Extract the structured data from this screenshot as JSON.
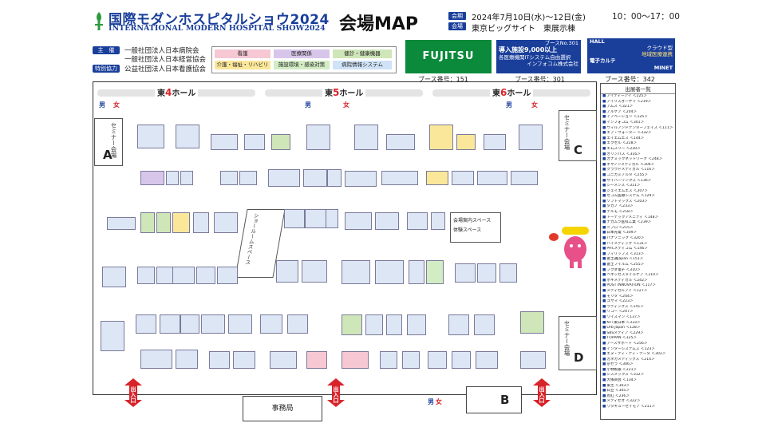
{
  "header": {
    "title_jp": "国際モダンホスピタルショウ2024",
    "title_en": "INTERNATIONAL MODERN HOSPITAL SHOW2024",
    "map_title": "会場MAP",
    "period_tag": "会期",
    "venue_tag": "会場",
    "dates": "2024年7月10日(水)～12日(金)",
    "hours": "10：00～17：00",
    "venue": "東京ビッグサイト　東展示棟"
  },
  "organizers": {
    "host_tag": "主　催",
    "host1": "一般社団法人日本病院会",
    "host2": "一般社団法人日本経営協会",
    "coop_tag": "特別協力",
    "coop1": "公益社団法人日本看護協会"
  },
  "legend": [
    {
      "label": "看護",
      "color": "#f6c8d4"
    },
    {
      "label": "医療関係",
      "color": "#d8c6ea"
    },
    {
      "label": "健診・健康機器",
      "color": "#cfe6b8"
    },
    {
      "label": "介護・福祉・リハビリ",
      "color": "#fbe79a"
    },
    {
      "label": "施設環境・感染対策",
      "color": "#d2ecc4"
    },
    {
      "label": "病院情報システム",
      "color": "#cfe2f6"
    }
  ],
  "ads": {
    "fujitsu": "FUJITSU",
    "fujitsu_booth": "ブース番号：151",
    "ad2_booth_tag": "ブースNo.301",
    "ad2_line1": "導入施設9,000以上",
    "ad2_line2": "各医療機関ITシステム自由選択",
    "ad2_company": "インフォコム株式会社",
    "ad2_booth": "ブース番号：301",
    "ad3_line1": "HALL",
    "ad3_line2": "クラウド型",
    "ad3_line3": "地域医療連携",
    "ad3_line4": "電子カルテ",
    "ad3_line5": "MINET",
    "ad3_booth": "ブース番号：342"
  },
  "halls": {
    "h4_pre": "東",
    "h4_num": "4",
    "h4_post": "ホール",
    "h5_pre": "東",
    "h5_num": "5",
    "h5_post": "ホール",
    "h6_pre": "東",
    "h6_num": "6",
    "h6_post": "ホール"
  },
  "stages": {
    "a_text": "セミナー会場",
    "a_letter": "A",
    "c_text": "セミナー会場",
    "c_letter": "C",
    "d_text": "セミナー会場",
    "d_letter": "D",
    "b_letter": "B"
  },
  "special_areas": {
    "center1": "ショールームスペース",
    "center2": "会場案内スペース",
    "center3": "体験スペース"
  },
  "exits": {
    "label": "出入口"
  },
  "office": "事務局",
  "restroom": {
    "m": "男",
    "f": "女"
  },
  "list": {
    "title": "出展者一覧",
    "rows": [
      "アイティーアイ ＜225＞",
      "アイリスオーヤマ ＜219＞",
      "アムス ＜321＞",
      "アルケア ＜204＞",
      "イノベーション ＜125＞",
      "インフォコム ＜301＞",
      "ウィルアンドデンターフェイス ＜111＞",
      "エア・ウォーター ＜332＞",
      "エイエムエス ＜144＞",
      "エクセル ＜228＞",
      "エムスリー ＜230＞",
      "オリンパス ＜316＞",
      "カナミックネットワーク ＜248＞",
      "キヤノンメディカル ＜304＞",
      "クラウドメディカル ＜116＞",
      "コニカミノルタ ＜255＞",
      "サイバーリンクス ＜136＞",
      "シーメンス ＜311＞",
      "ジェイエムエス ＜207＞",
      "セコム医療システム ＜129＞",
      "ソフトマックス ＜203＞",
      "タカノ ＜233＞",
      "テルモ ＜218＞",
      "トーテックアメニティ ＜148＞",
      "ナカムラ医科工業 ＜239＞",
      "ニプロ ＜215＞",
      "日本光電 ＜309＞",
      "パナソニック ＜320＞",
      "ハイメディック ＜131＞",
      "PHCメディコム ＜146＞",
      "フィリップス ＜313＞",
      "富士通Japan ＜151＞",
      "富士フイルム ＜255＞",
      "フクダ電子 ＜310＞",
      "ベネッセスタイルケア ＜210＞",
      "ホギメディカル ＜242＞",
      "POST INNOVATION ＜117＞",
      "メディカルアイ ＜127＞",
      "モリタ ＜244＞",
      "ユヤマ ＜223＞",
      "ラディックス ＜141＞",
      "リコー ＜247＞",
      "ワイズマン ＜137＞",
      "NTT東日本 ＜333＞",
      "Orb Japan ＜128＞",
      "SBSメディア ＜229＞",
      "TOPPAN ＜325＞",
      "アースサポート ＜256＞",
      "インターシステムズ ＜123＞",
      "エヌ・ティ・ティ・データ ＜302＞",
      "カネカメディックス ＜214＞",
      "京セラ ＜306＞",
      "小林製薬 ＜221＞",
      "シスメックス ＜312＞",
      "大塚商会 ＜134＞",
      "東芝 ＜303＞",
      "日立 ＜305＞",
      "丸紅 ＜236＞",
      "メディセオ ＜322＞",
      "ワタキューセイモア ＜211＞"
    ]
  }
}
